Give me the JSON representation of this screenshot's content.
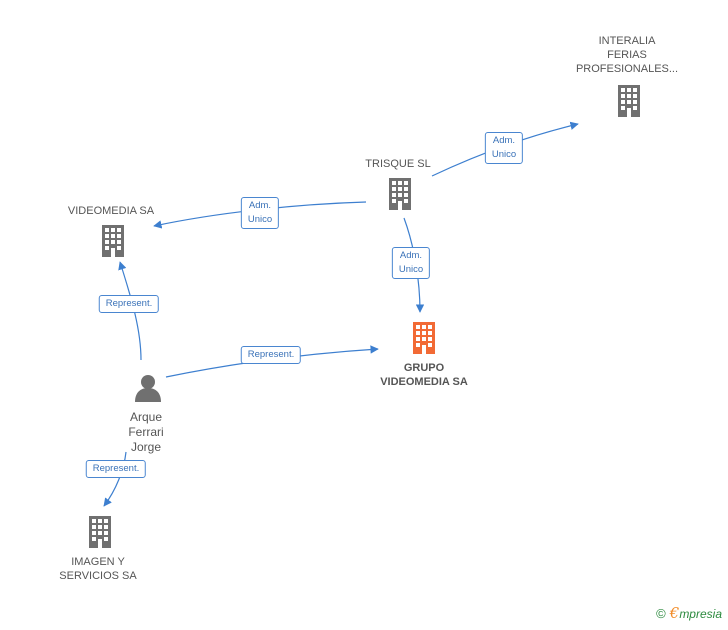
{
  "nodes": {
    "interalia": {
      "lines": [
        "INTERALIA",
        "FERIAS",
        "PROFESIONALES..."
      ]
    },
    "trisque": {
      "lines": [
        "TRISQUE  SL"
      ]
    },
    "videomedia": {
      "lines": [
        "VIDEOMEDIA SA"
      ]
    },
    "grupo": {
      "lines": [
        "GRUPO",
        "VIDEOMEDIA SA"
      ]
    },
    "arque": {
      "lines": [
        "Arque",
        "Ferrari",
        "Jorge"
      ]
    },
    "imagen": {
      "lines": [
        "IMAGEN Y",
        "SERVICIOS SA"
      ]
    }
  },
  "edges": {
    "trisque_interalia": [
      "Adm.",
      "Unico"
    ],
    "trisque_videomedia": [
      "Adm.",
      "Unico"
    ],
    "trisque_grupo": [
      "Adm.",
      "Unico"
    ],
    "arque_videomedia": [
      "Represent."
    ],
    "arque_grupo": [
      "Represent."
    ],
    "arque_imagen": [
      "Represent."
    ]
  },
  "footer": {
    "copyright": "©",
    "brand_e": "€",
    "brand_rest": "mpresia"
  },
  "colors": {
    "building": "#707070",
    "main_building": "#f26a35",
    "edge": "#3d7fcf"
  }
}
